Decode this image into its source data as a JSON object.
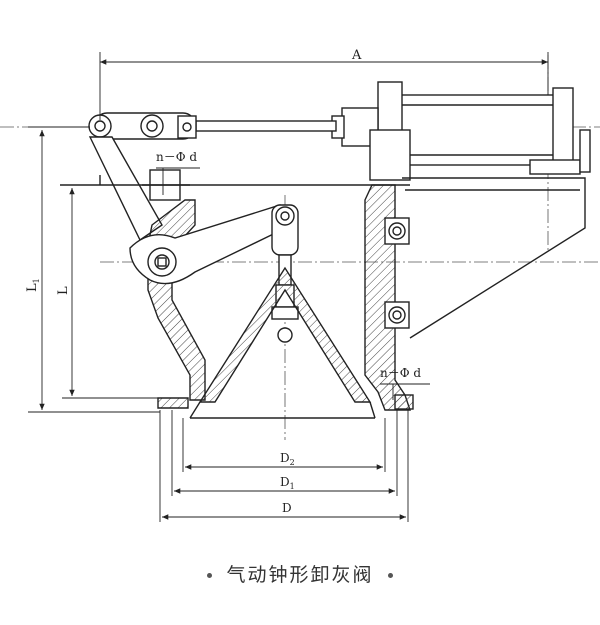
{
  "diagram": {
    "caption": "气动钟形卸灰阀",
    "dimensions": {
      "A": "A",
      "L1": "L",
      "L1_sub": "1",
      "L": "L",
      "D2": "D",
      "D2_sub": "2",
      "D1": "D",
      "D1_sub": "1",
      "D": "D",
      "holes_top": "n－Φ d",
      "holes_bottom": "n－Φ d"
    },
    "colors": {
      "line": "#222222",
      "hatch": "#444444",
      "caption": "#333333"
    }
  }
}
